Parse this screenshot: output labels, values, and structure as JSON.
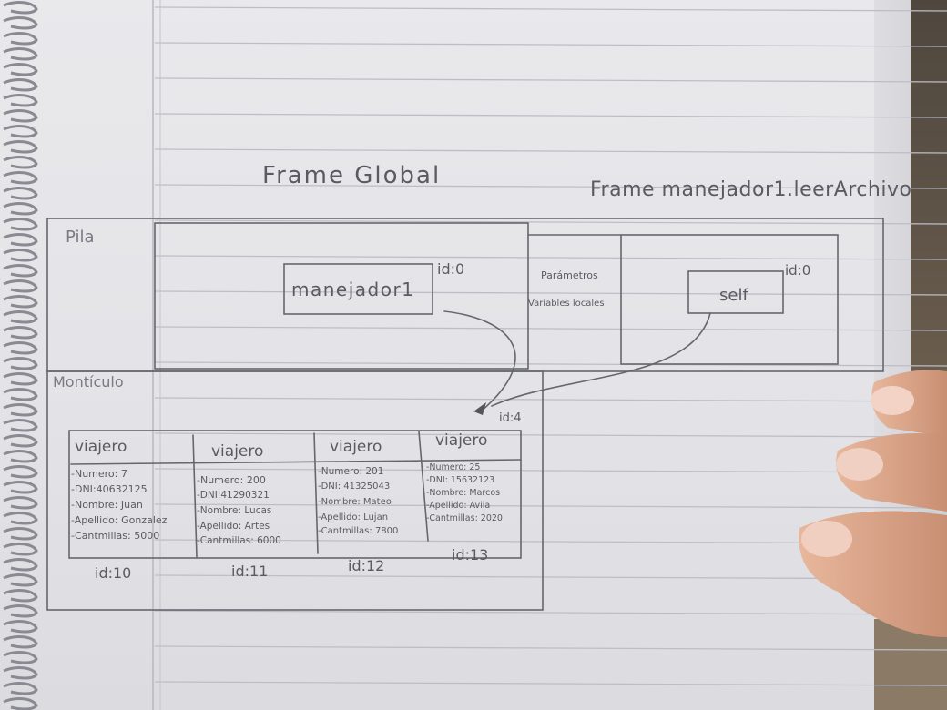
{
  "title_global": "Frame Global",
  "title_frame2": "Frame manejador1.leerArchivo",
  "pila_label": "Pila",
  "monticulo_label": "Montículo",
  "global_frame": {
    "var_name": "manejador1",
    "id_label": "id:0"
  },
  "frame2": {
    "parametros": "Parámetros",
    "variables_locales": "Variables locales",
    "var_name": "self",
    "id_label": "id:0"
  },
  "list_id_label": "id:4",
  "viajeros": [
    {
      "title": "viajero",
      "numero": "-Numero: 7",
      "dni": "-DNI:40632125",
      "nombre": "-Nombre: Juan",
      "apellido": "-Apellido: Gonzalez",
      "cantmillas": "-Cantmillas: 5000",
      "id_label": "id:10"
    },
    {
      "title": "viajero",
      "numero": "-Numero: 200",
      "dni": "-DNI:41290321",
      "nombre": "-Nombre: Lucas",
      "apellido": "-Apellido: Artes",
      "cantmillas": "-Cantmillas: 6000",
      "id_label": "id:11"
    },
    {
      "title": "viajero",
      "numero": "-Numero: 201",
      "dni": "-DNI: 41325043",
      "nombre": "-Nombre: Mateo",
      "apellido": "-Apellido: Lujan",
      "cantmillas": "-Cantmillas: 7800",
      "id_label": "id:12"
    },
    {
      "title": "viajero",
      "numero": "-Numero: 25",
      "dni": "-DNI: 15632123",
      "nombre": "-Nombre: Marcos",
      "apellido": "-Apellido: Avila",
      "cantmillas": "-Cantmillas: 2020",
      "id_label": "id:13"
    }
  ],
  "colors": {
    "ink": "#5a5a62",
    "line": "#b9b9c2",
    "paper": "#e6e6ea"
  }
}
